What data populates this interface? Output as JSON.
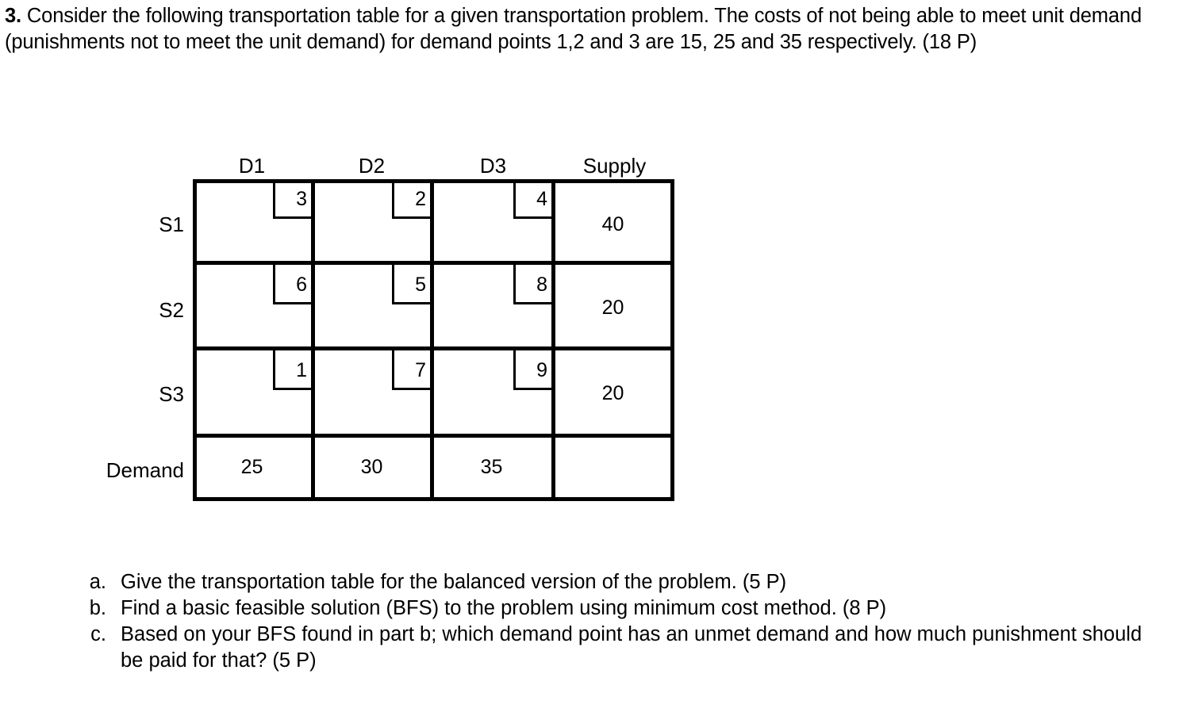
{
  "question": {
    "number": "3.",
    "text": "Consider the following transportation table for a given transportation problem. The costs of not being able to meet unit demand (punishments not to meet the unit demand) for demand points 1,2 and 3 are 15, 25 and 35 respectively. (18 P)"
  },
  "table": {
    "column_headers": [
      "D1",
      "D2",
      "D3",
      "Supply"
    ],
    "row_headers": [
      "S1",
      "S2",
      "S3",
      "Demand"
    ],
    "costs": [
      [
        "3",
        "2",
        "4"
      ],
      [
        "6",
        "5",
        "8"
      ],
      [
        "1",
        "7",
        "9"
      ]
    ],
    "supply": [
      "40",
      "20",
      "20"
    ],
    "demand": [
      "25",
      "30",
      "35"
    ]
  },
  "subquestions": [
    {
      "marker": "a.",
      "text": "Give the transportation table for the balanced version of the problem. (5 P)"
    },
    {
      "marker": "b.",
      "text": "Find a basic feasible solution (BFS) to the problem using minimum cost method. (8 P)"
    },
    {
      "marker": "c.",
      "text": "Based on your BFS found in part b; which demand point has an unmet demand and how much punishment should be paid for that? (5 P)"
    }
  ]
}
